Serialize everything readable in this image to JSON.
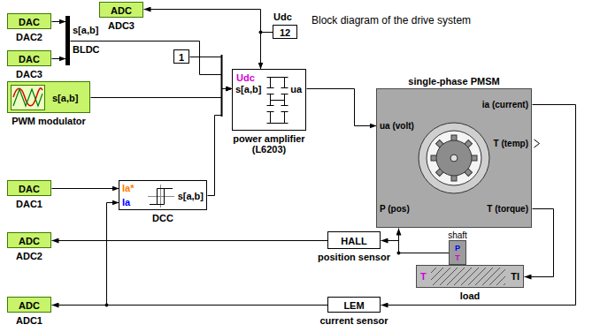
{
  "diagram": {
    "title": "Block diagram of the drive system",
    "nodes": [
      {
        "text": [
          "ADC",
          "ADC3"
        ]
      },
      {
        "text": [
          "DAC",
          "DAC2"
        ]
      },
      {
        "text": [
          "Udc",
          "12"
        ]
      },
      {
        "text": [
          "s[a,b]",
          "BLDC"
        ]
      },
      {
        "text": [
          "DAC",
          "DAC3"
        ]
      },
      {
        "text": [
          "1"
        ]
      },
      {
        "text": [
          "s[a,b]",
          "PWM modulator"
        ]
      },
      {
        "text": [
          "Udc",
          "s[a,b]",
          "ua",
          "power amplifier (L6203)"
        ]
      },
      {
        "text": [
          "single-phase PMSM",
          "ua (volt)",
          "ia (current)",
          "T (temp)",
          "T (torque)",
          "P (pos)"
        ]
      },
      {
        "text": [
          "DAC",
          "DAC1"
        ]
      },
      {
        "text": [
          "Ia*",
          "Ia",
          "s[a,b]",
          "DCC"
        ]
      },
      {
        "text": [
          "ADC",
          "ADC2"
        ]
      },
      {
        "text": [
          "HALL",
          "position sensor"
        ]
      },
      {
        "text": [
          "shaft",
          "P",
          "T"
        ]
      },
      {
        "text": [
          "T",
          "Tl",
          "load"
        ]
      },
      {
        "text": [
          "LEM",
          "current sensor"
        ]
      },
      {
        "text": [
          "ADC",
          "ADC1"
        ]
      }
    ],
    "edges": [
      {
        "from": 2,
        "to": 0,
        "arrow": "to"
      },
      {
        "from": 2,
        "to": 7,
        "arrow": "to"
      },
      {
        "from": 1,
        "to": 3,
        "arrow": "to"
      },
      {
        "from": 4,
        "to": 3,
        "arrow": "to"
      },
      {
        "from": 3,
        "to": 7,
        "arrow": "to"
      },
      {
        "from": 5,
        "to": 7,
        "arrow": "to"
      },
      {
        "from": 6,
        "to": 7,
        "arrow": "to"
      },
      {
        "from": 10,
        "to": 7,
        "arrow": "to"
      },
      {
        "from": 7,
        "to": 8,
        "arrow": "to"
      },
      {
        "from": 8,
        "to": 15,
        "arrow": "to"
      },
      {
        "from": 15,
        "to": 16,
        "arrow": "to"
      },
      {
        "from": 15,
        "to": 10,
        "arrow": "to"
      },
      {
        "from": 9,
        "to": 10,
        "arrow": "to"
      },
      {
        "from": 12,
        "to": 11,
        "arrow": "to"
      },
      {
        "from": 13,
        "to": 12,
        "arrow": "to"
      },
      {
        "from": 13,
        "to": 8,
        "arrow": "to"
      },
      {
        "from": 8,
        "to": 14,
        "arrow": "to"
      }
    ]
  }
}
